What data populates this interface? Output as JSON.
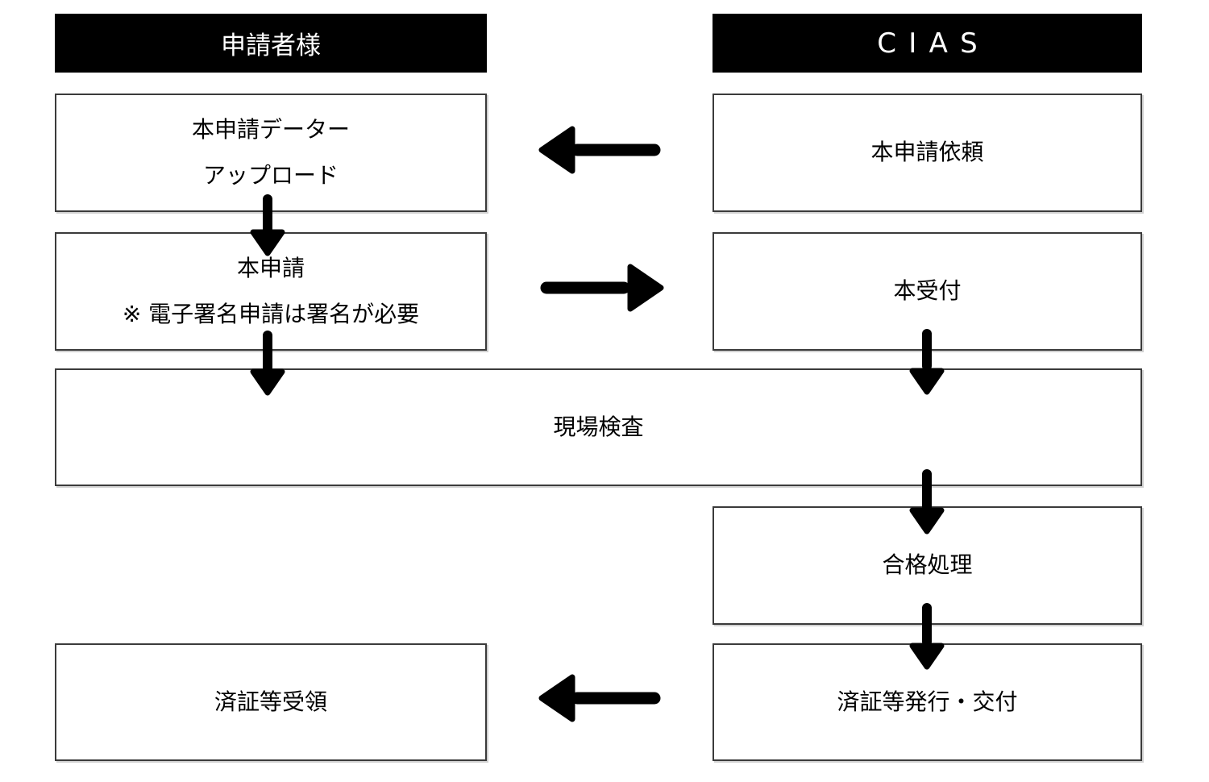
{
  "diagram": {
    "headers": {
      "applicant": "申請者様",
      "cias": "CIAS"
    },
    "nodes": {
      "upload": {
        "line1": "本申請データー",
        "line2": "アップロード"
      },
      "main_request": {
        "label": "本申請依頼"
      },
      "main_application": {
        "line1": "本申請",
        "line2": "※ 電子署名申請は署名が必要"
      },
      "main_reception": {
        "label": "本受付"
      },
      "site_inspection": {
        "label": "現場検査"
      },
      "pass_processing": {
        "label": "合格処理"
      },
      "certificate_issue": {
        "label": "済証等発行・交付"
      },
      "certificate_receipt": {
        "label": "済証等受領"
      }
    },
    "colors": {
      "header_bg": "#000000",
      "header_text": "#ffffff",
      "box_border": "#3b3b3b",
      "arrow": "#000000",
      "background": "#ffffff"
    }
  }
}
